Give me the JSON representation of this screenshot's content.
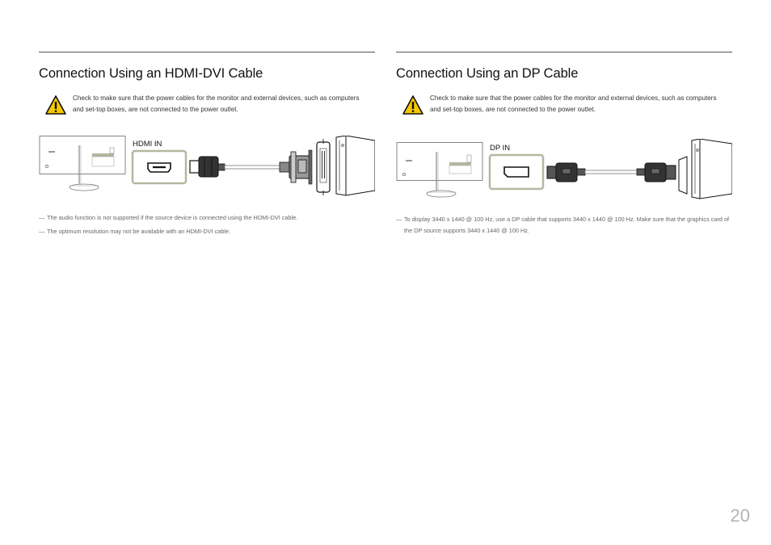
{
  "sections": {
    "hdmi_dvi": {
      "title": "Connection Using an HDMI-DVI Cable",
      "caution": "Check to make sure that the power cables for the monitor and external devices, such as computers and set-top boxes, are not connected to the power outlet.",
      "port_label": "HDMI IN",
      "notes": [
        "The audio function is not supported if the source device is connected using the HDMI-DVI cable.",
        "The optimum resolution may not be available with an HDMI-DVI cable."
      ]
    },
    "dp": {
      "title": "Connection Using an DP Cable",
      "caution": "Check to make sure that the power cables for the monitor and external devices, such as computers and set-top boxes, are not connected to the power outlet.",
      "port_label": "DP IN",
      "notes": [
        "To display 3440 x 1440 @ 100 Hz, use a DP cable that supports 3440 x 1440 @ 100 Hz. Make sure that the graphics card of the DP source supports 3440 x 1440 @ 100 Hz."
      ]
    }
  },
  "note_marker": "―",
  "page_number": "20",
  "colors": {
    "warning_yellow": "#f6c800",
    "port_highlight": "#b4b7a0",
    "rule": "#555555"
  },
  "icons": [
    "warning-icon",
    "hdmi-port-icon",
    "dp-port-icon",
    "hdmi-plug-icon",
    "dvi-plug-icon",
    "dp-plug-icon",
    "monitor-icon",
    "pc-tower-icon"
  ]
}
